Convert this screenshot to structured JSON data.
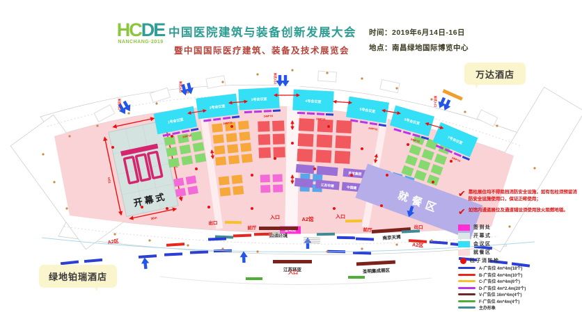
{
  "header": {
    "logo_left": "HC",
    "logo_right": "DE",
    "logo_sub": "NANCHANG·2019",
    "title": "中国医院建筑与装备创新发展大会",
    "subtitle": "暨中国国际医疗建筑、装备及技术展览会",
    "time": "时间：2019年6月14日-16日",
    "venue": "地点：南昌绿地国际博览中心"
  },
  "bubbles": {
    "hotel_top_right": "万达酒店",
    "hotel_bottom_left": "绿地铂瑞酒店"
  },
  "plan": {
    "opening_label": "开幕式",
    "dims": {
      "side": "72m",
      "front": "36m"
    },
    "rooms": [
      "1号会议室",
      "2号会议室",
      "3号会议室",
      "4号会议室",
      "5号会议室",
      "6号会议室",
      "7号会议室"
    ],
    "room_dim": "24M*15",
    "dining_label": "就餐区",
    "registration_label": "签到处",
    "labels": {
      "entrance": "入口",
      "exit": "出口",
      "hall": "A2馆",
      "zone": "A2区",
      "front_hall": "前厅",
      "unloading": "卸货入口"
    },
    "vendors": {
      "v1": "四通环境",
      "v2": "南京天溯",
      "v3": "江苏环亚",
      "v4": "圣明集成展区"
    },
    "booths": {
      "b1": "苏发集团",
      "b2": "江苏华建",
      "b3": "中国建"
    }
  },
  "notes": {
    "n1": "靠柱展位均不得阻挡消防安全设施，如有包柱须预留消防安全设施使用口，保证正常使用；",
    "n2": "如馆内通道展位及通道铺设须使用放火阻燃地毯。"
  },
  "legend": {
    "areas": [
      {
        "label": "签到处",
        "color": "#FF2FD4"
      },
      {
        "label": "开幕式",
        "color": "#DCE8E5"
      },
      {
        "label": "会议区",
        "color": "#35DFF5"
      },
      {
        "label": "就餐区",
        "color": "#FBDCDC"
      }
    ],
    "dot": {
      "label": "柱子消防栓",
      "color": "#E81111"
    },
    "lines": [
      {
        "label": "A-广告位 4m*4m(18个)",
        "color": "#2B3FD4"
      },
      {
        "label": "B-广告位 4m*4m(10个)",
        "color": "#E8261F"
      },
      {
        "label": "C-广告位 4m*4m(6个)",
        "color": "#F6C12F"
      },
      {
        "label": "D-广告位 4m*2.4m(20个)",
        "color": "#B935E8"
      },
      {
        "label": "V-广告位 16m*4m(4个)",
        "color": "#6E2A22"
      },
      {
        "label": "F-广告位 4m*4m(4个)",
        "color": "#4FAE35"
      },
      {
        "label": "主办形象",
        "color": "#3C8E96"
      }
    ]
  },
  "palette": {
    "hall_pink": "#F9D3D5",
    "meeting_cyan": "#35DFF5",
    "opening_teal": "#D5E3E0",
    "dining_lavender": "#B6AEE8",
    "booth_green": "#86D96E",
    "booth_orange": "#F7A83A",
    "booth_red": "#F2595F",
    "booth_blue": "#58A7EA",
    "booth_magenta": "#F26BD8",
    "booth_purple": "#9A6FD6",
    "title_teal": "#2D9C92",
    "subtitle_red": "#B5433B",
    "logo_green": "#8CC63F",
    "logo_teal": "#2F9E99",
    "bubble_yellow": "#FBF5CE"
  }
}
